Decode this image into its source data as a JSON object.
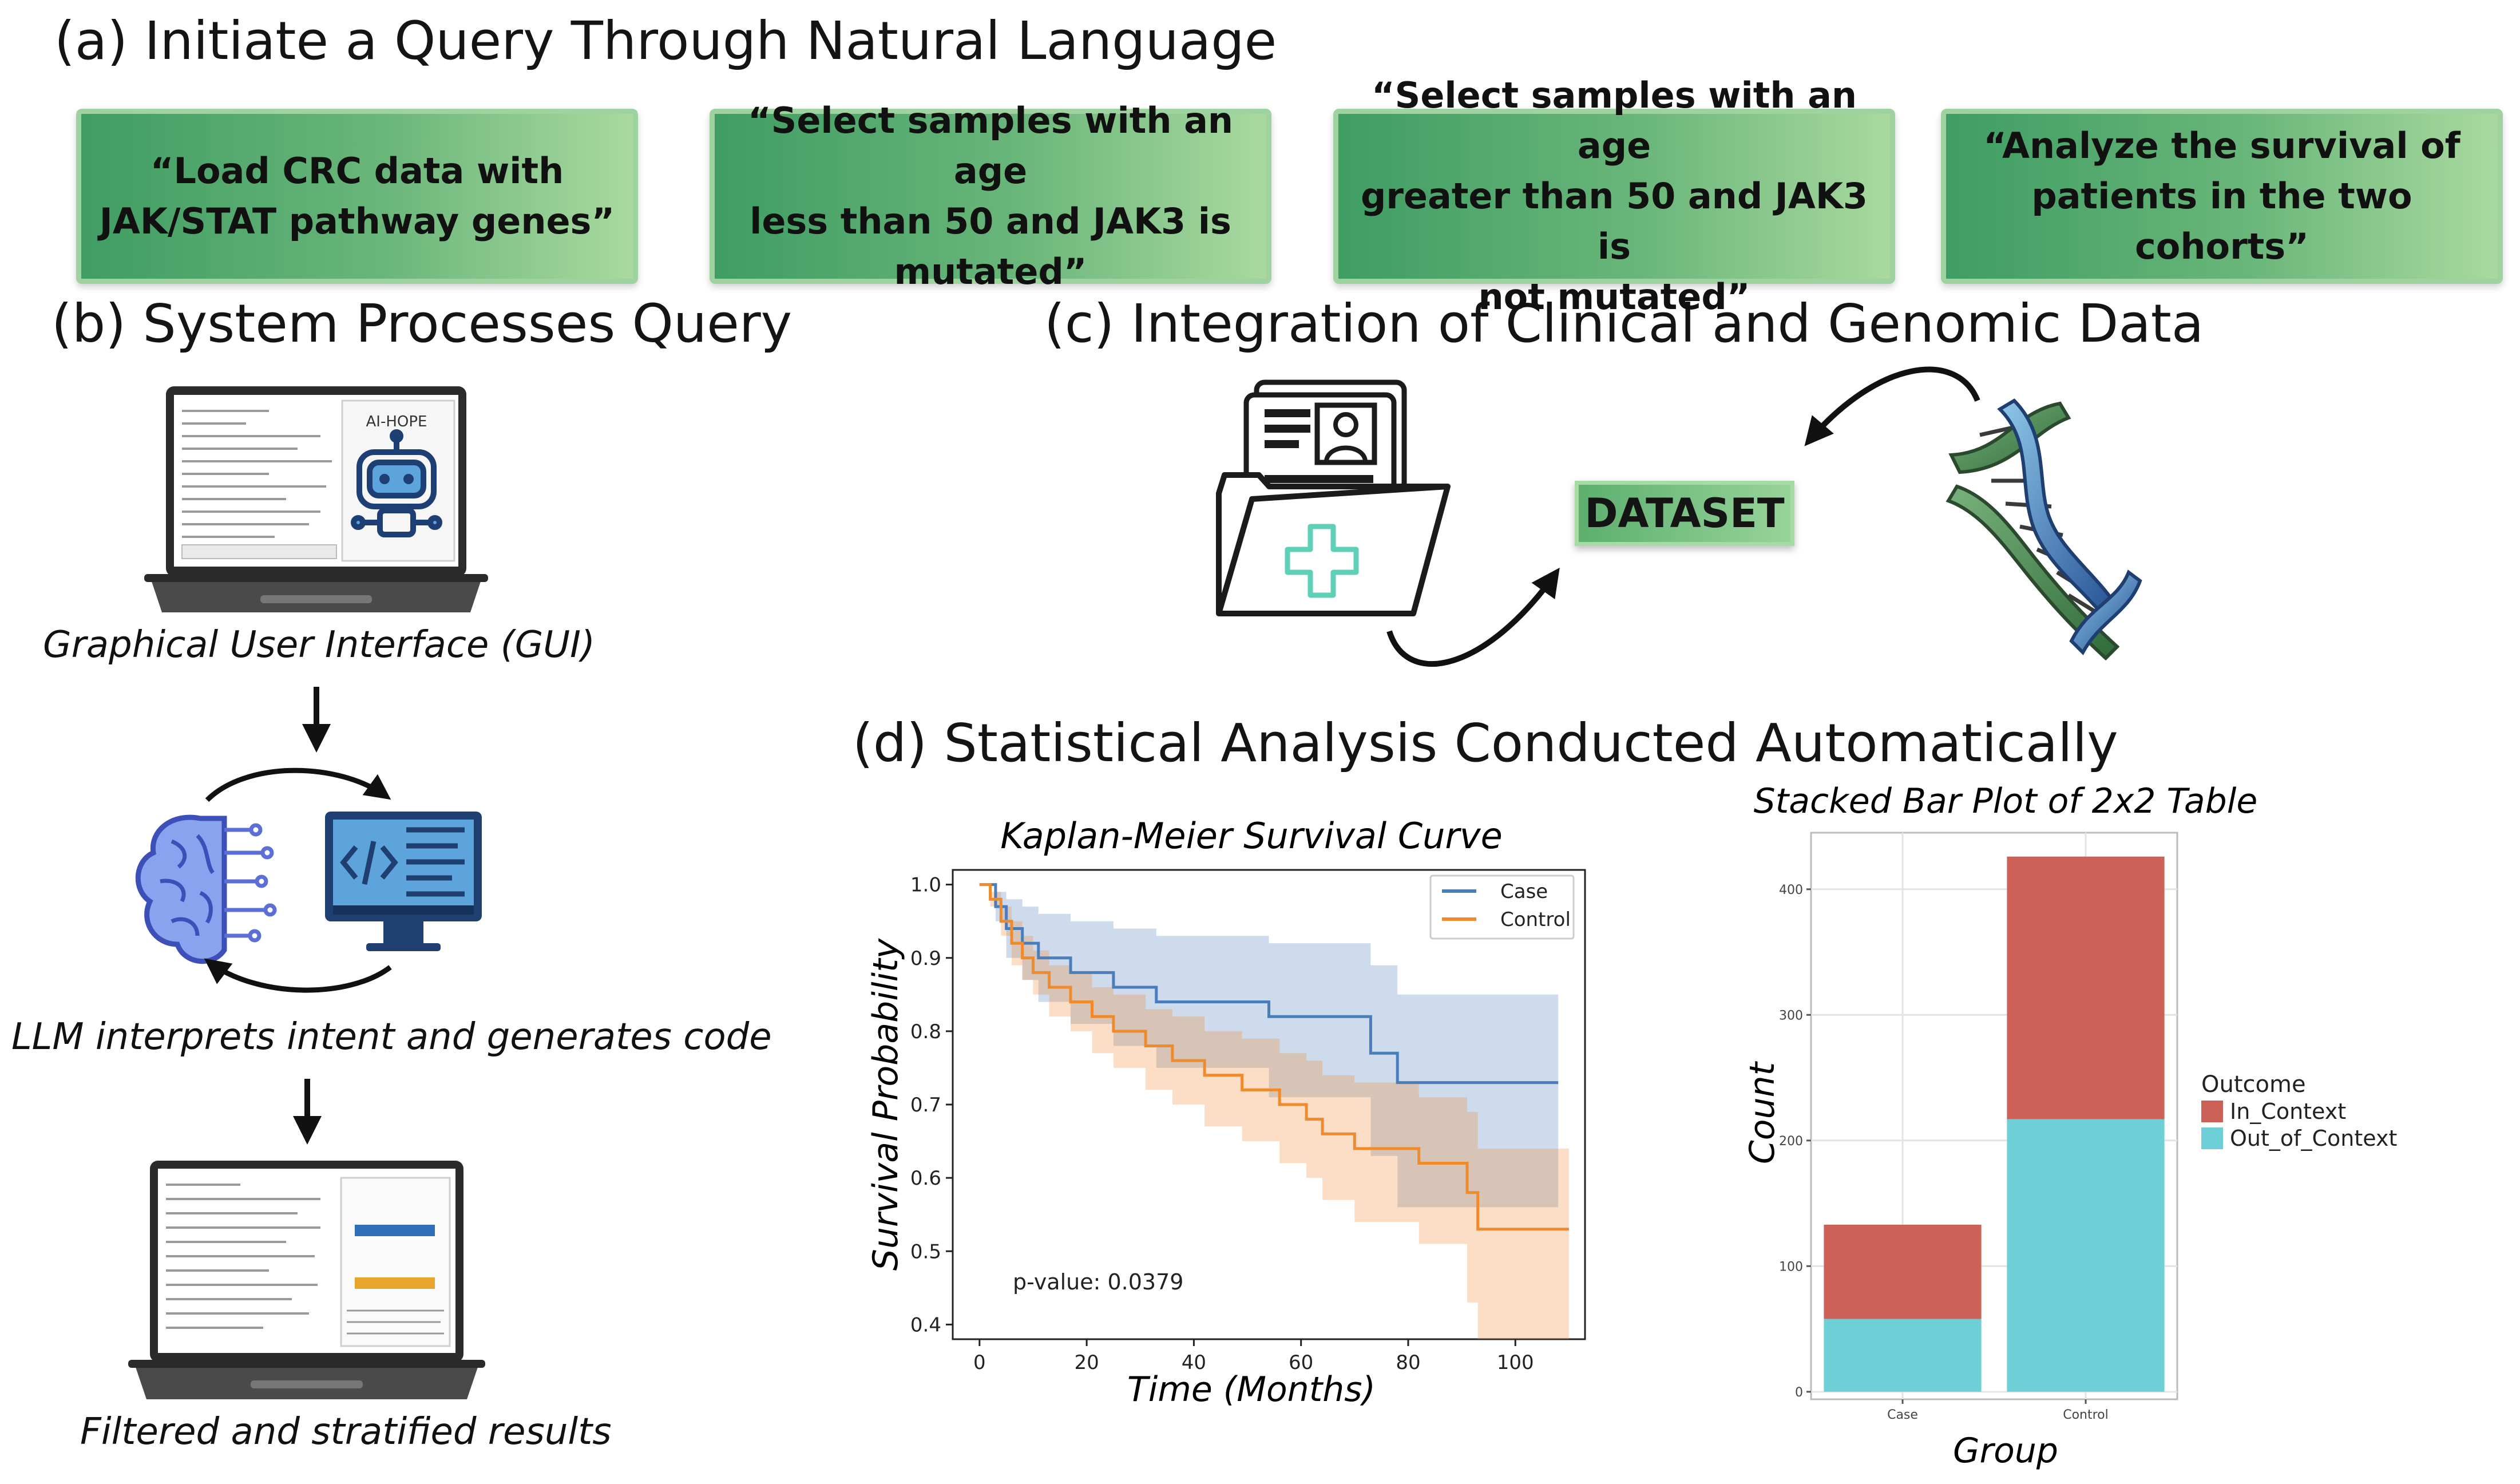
{
  "sections": {
    "a": "(a) Initiate a Query Through Natural Language",
    "b": "(b) System Processes Query",
    "c": "(c) Integration of Clinical and Genomic Data",
    "d": "(d) Statistical Analysis Conducted Automatically"
  },
  "queries": [
    [
      "“Load CRC data with",
      "JAK/STAT pathway genes”"
    ],
    [
      "“Select samples with an age",
      "less than 50 and JAK3 is",
      "mutated”"
    ],
    [
      "“Select samples with an age",
      "greater than 50 and JAK3 is",
      "not mutated”"
    ],
    [
      "“Analyze the survival of",
      "patients in the two cohorts”"
    ]
  ],
  "flow_captions": {
    "gui": "Graphical User Interface (GUI)",
    "llm": "LLM interprets intent and generates code",
    "results": "Filtered and stratified results"
  },
  "gui_screen_label": "AI-HOPE",
  "dataset_label": "DATASET",
  "colors": {
    "query_box": "#3f9d63",
    "case_line": "#4a7ebb",
    "control_line": "#ef8a2d",
    "in_context": "#cc6157",
    "out_of_context": "#6fcfd6",
    "dna_blue": "#2a5a9e",
    "dna_green": "#4e8e55",
    "brain": "#5a6fd6",
    "monitor": "#1f3f70"
  },
  "icons": [
    "laptop-icon",
    "robot-icon",
    "brain-circuit-icon",
    "code-monitor-icon",
    "medical-folder-icon",
    "dna-icon"
  ],
  "chart_data": [
    {
      "type": "line",
      "title": "Kaplan-Meier Survival Curve",
      "xlabel": "Time (Months)",
      "ylabel": "Survival Probability",
      "xlim": [
        -5,
        113
      ],
      "ylim": [
        0.38,
        1.02
      ],
      "xticks": [
        0,
        20,
        40,
        60,
        80,
        100
      ],
      "yticks": [
        0.4,
        0.5,
        0.6,
        0.7,
        0.8,
        0.9,
        1.0
      ],
      "legend": "top-right",
      "annotation": "p-value: 0.0379",
      "series": [
        {
          "name": "Case",
          "color": "#4a7ebb",
          "steps": [
            [
              0,
              1.0
            ],
            [
              3,
              0.97
            ],
            [
              5,
              0.94
            ],
            [
              8,
              0.92
            ],
            [
              11,
              0.9
            ],
            [
              17,
              0.88
            ],
            [
              25,
              0.86
            ],
            [
              33,
              0.84
            ],
            [
              54,
              0.82
            ],
            [
              73,
              0.77
            ],
            [
              78,
              0.73
            ],
            [
              108,
              0.73
            ]
          ],
          "ci_lower": [
            [
              0,
              1.0
            ],
            [
              3,
              0.95
            ],
            [
              5,
              0.9
            ],
            [
              8,
              0.87
            ],
            [
              11,
              0.84
            ],
            [
              17,
              0.81
            ],
            [
              25,
              0.78
            ],
            [
              33,
              0.75
            ],
            [
              54,
              0.71
            ],
            [
              73,
              0.63
            ],
            [
              78,
              0.56
            ],
            [
              108,
              0.56
            ]
          ],
          "ci_upper": [
            [
              0,
              1.0
            ],
            [
              3,
              0.99
            ],
            [
              5,
              0.98
            ],
            [
              8,
              0.97
            ],
            [
              11,
              0.96
            ],
            [
              17,
              0.95
            ],
            [
              25,
              0.94
            ],
            [
              33,
              0.93
            ],
            [
              54,
              0.92
            ],
            [
              73,
              0.89
            ],
            [
              78,
              0.85
            ],
            [
              108,
              0.85
            ]
          ]
        },
        {
          "name": "Control",
          "color": "#ef8a2d",
          "steps": [
            [
              0,
              1.0
            ],
            [
              2,
              0.98
            ],
            [
              4,
              0.95
            ],
            [
              6,
              0.92
            ],
            [
              8,
              0.9
            ],
            [
              10,
              0.88
            ],
            [
              13,
              0.86
            ],
            [
              17,
              0.84
            ],
            [
              21,
              0.82
            ],
            [
              25,
              0.8
            ],
            [
              31,
              0.78
            ],
            [
              36,
              0.76
            ],
            [
              42,
              0.74
            ],
            [
              49,
              0.72
            ],
            [
              56,
              0.7
            ],
            [
              61,
              0.68
            ],
            [
              64,
              0.66
            ],
            [
              70,
              0.64
            ],
            [
              82,
              0.62
            ],
            [
              91,
              0.58
            ],
            [
              93,
              0.53
            ],
            [
              110,
              0.53
            ]
          ],
          "ci_lower": [
            [
              0,
              1.0
            ],
            [
              2,
              0.97
            ],
            [
              4,
              0.93
            ],
            [
              6,
              0.89
            ],
            [
              8,
              0.87
            ],
            [
              10,
              0.85
            ],
            [
              13,
              0.82
            ],
            [
              17,
              0.8
            ],
            [
              21,
              0.77
            ],
            [
              25,
              0.75
            ],
            [
              31,
              0.72
            ],
            [
              36,
              0.7
            ],
            [
              42,
              0.67
            ],
            [
              49,
              0.65
            ],
            [
              56,
              0.62
            ],
            [
              61,
              0.6
            ],
            [
              64,
              0.57
            ],
            [
              70,
              0.54
            ],
            [
              82,
              0.51
            ],
            [
              91,
              0.43
            ],
            [
              93,
              0.38
            ],
            [
              110,
              0.38
            ]
          ],
          "ci_upper": [
            [
              0,
              1.0
            ],
            [
              2,
              0.99
            ],
            [
              4,
              0.97
            ],
            [
              6,
              0.95
            ],
            [
              8,
              0.93
            ],
            [
              10,
              0.91
            ],
            [
              13,
              0.89
            ],
            [
              17,
              0.88
            ],
            [
              21,
              0.86
            ],
            [
              25,
              0.85
            ],
            [
              31,
              0.83
            ],
            [
              36,
              0.82
            ],
            [
              42,
              0.8
            ],
            [
              49,
              0.79
            ],
            [
              56,
              0.77
            ],
            [
              61,
              0.76
            ],
            [
              64,
              0.74
            ],
            [
              70,
              0.73
            ],
            [
              82,
              0.71
            ],
            [
              91,
              0.69
            ],
            [
              93,
              0.64
            ],
            [
              110,
              0.64
            ]
          ]
        }
      ]
    },
    {
      "type": "bar",
      "stacked": true,
      "title": "Stacked Bar Plot of 2x2 Table",
      "xlabel": "Group",
      "ylabel": "Count",
      "categories": [
        "Case",
        "Control"
      ],
      "ylim": [
        -6,
        445
      ],
      "yticks": [
        0,
        100,
        200,
        300,
        400
      ],
      "legend_title": "Outcome",
      "legend": "right",
      "grid": true,
      "series": [
        {
          "name": "Out_of_Context",
          "color": "#6fcfd6",
          "values": [
            58,
            217
          ]
        },
        {
          "name": "In_Context",
          "color": "#cc6157",
          "values": [
            75,
            209
          ]
        }
      ]
    }
  ]
}
